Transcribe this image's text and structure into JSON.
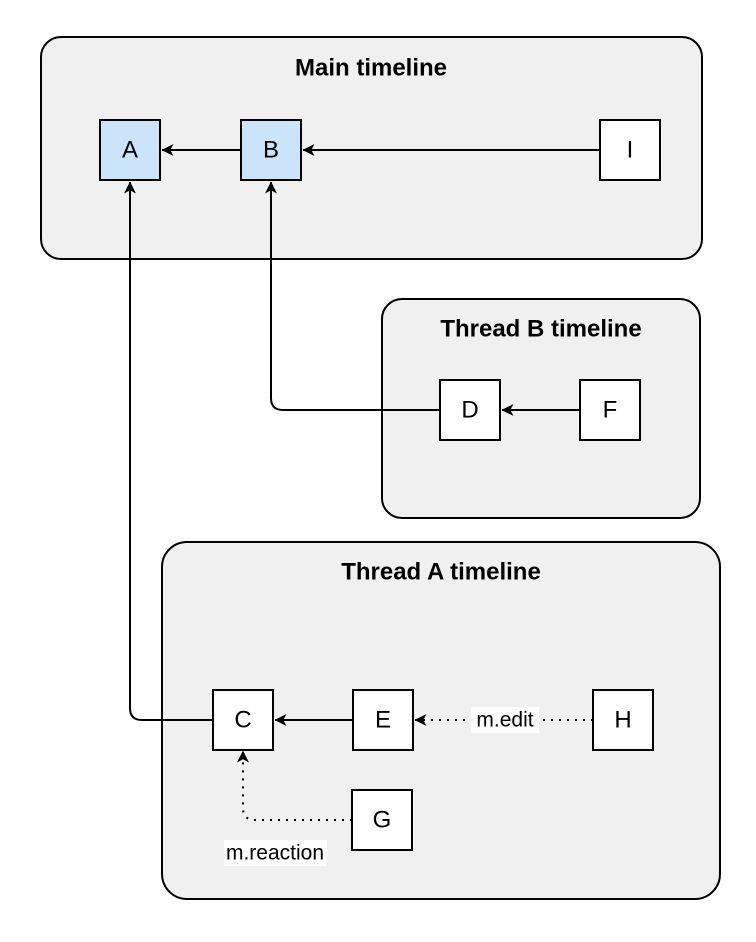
{
  "colors": {
    "page_bg": "#ffffff",
    "container_fill": "#f0f0f0",
    "container_stroke": "#000000",
    "node_fill": "#ffffff",
    "node_highlight_fill": "#cce4fa",
    "node_stroke": "#000000",
    "edge_stroke": "#000000",
    "label_bg": "#ffffff",
    "text_color": "#000000"
  },
  "containers": [
    {
      "id": "main",
      "title": "Main timeline"
    },
    {
      "id": "thread_b",
      "title": "Thread B timeline"
    },
    {
      "id": "thread_a",
      "title": "Thread A timeline"
    }
  ],
  "nodes": [
    {
      "id": "A",
      "label": "A",
      "highlighted": true,
      "container": "main"
    },
    {
      "id": "B",
      "label": "B",
      "highlighted": true,
      "container": "main"
    },
    {
      "id": "I",
      "label": "I",
      "highlighted": false,
      "container": "main"
    },
    {
      "id": "D",
      "label": "D",
      "highlighted": false,
      "container": "thread_b"
    },
    {
      "id": "F",
      "label": "F",
      "highlighted": false,
      "container": "thread_b"
    },
    {
      "id": "C",
      "label": "C",
      "highlighted": false,
      "container": "thread_a"
    },
    {
      "id": "E",
      "label": "E",
      "highlighted": false,
      "container": "thread_a"
    },
    {
      "id": "H",
      "label": "H",
      "highlighted": false,
      "container": "thread_a"
    },
    {
      "id": "G",
      "label": "G",
      "highlighted": false,
      "container": "thread_a"
    }
  ],
  "edges": [
    {
      "from": "B",
      "to": "A",
      "style": "solid",
      "label": ""
    },
    {
      "from": "I",
      "to": "B",
      "style": "solid",
      "label": ""
    },
    {
      "from": "F",
      "to": "D",
      "style": "solid",
      "label": ""
    },
    {
      "from": "D",
      "to": "B",
      "style": "solid",
      "label": ""
    },
    {
      "from": "E",
      "to": "C",
      "style": "solid",
      "label": ""
    },
    {
      "from": "C",
      "to": "A",
      "style": "solid",
      "label": ""
    },
    {
      "from": "H",
      "to": "E",
      "style": "dotted",
      "label": "m.edit"
    },
    {
      "from": "G",
      "to": "C",
      "style": "dotted",
      "label": "m.reaction"
    }
  ]
}
